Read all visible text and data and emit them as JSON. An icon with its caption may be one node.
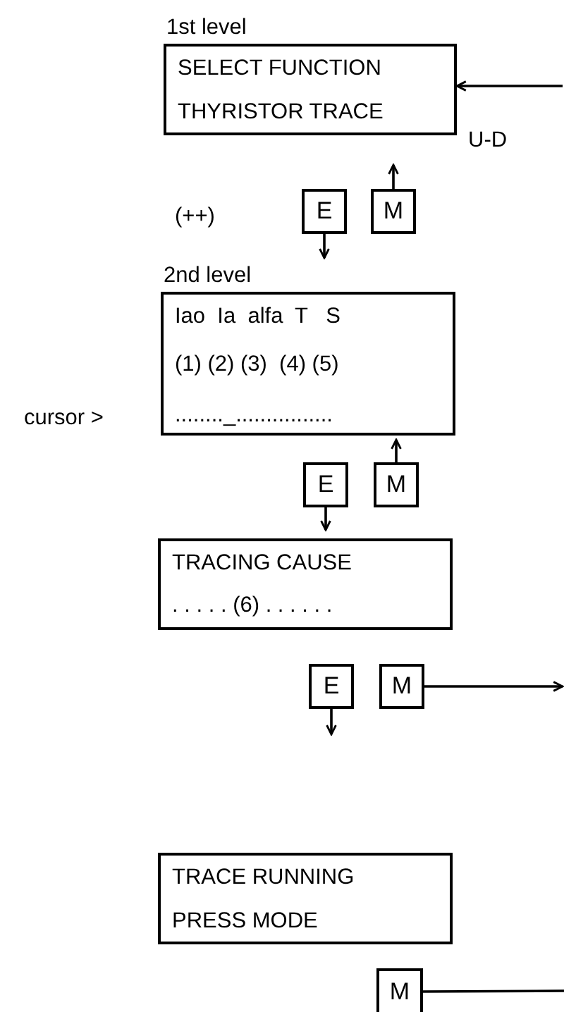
{
  "diagram": {
    "nodes": [
      {
        "text": [
          "1st level",
          "SELECT FUNCTION",
          "THYRISTOR TRACE"
        ]
      },
      {
        "text": [
          "E"
        ]
      },
      {
        "text": [
          "M"
        ]
      },
      {
        "text": [
          "2nd level",
          "Iao  Ia  alfa  T   S",
          "(1) (2) (3)  (4) (5)",
          "........_................"
        ]
      },
      {
        "text": [
          "E"
        ]
      },
      {
        "text": [
          "M"
        ]
      },
      {
        "text": [
          "TRACING CAUSE",
          ". . . . . (6) . . . . . ."
        ]
      },
      {
        "text": [
          "E"
        ]
      },
      {
        "text": [
          "M"
        ]
      },
      {
        "text": [
          "TRACE RUNNING",
          "PRESS MODE"
        ]
      },
      {
        "text": [
          "M"
        ]
      }
    ],
    "edges": [
      {
        "from": null,
        "to": 0,
        "arrow": "to"
      },
      {
        "from": 1,
        "to": null,
        "arrow": "to"
      },
      {
        "from": 2,
        "to": null,
        "arrow": "to"
      },
      {
        "from": 4,
        "to": null,
        "arrow": "to"
      },
      {
        "from": 5,
        "to": null,
        "arrow": "to"
      },
      {
        "from": 7,
        "to": null,
        "arrow": "to"
      },
      {
        "from": 8,
        "to": null,
        "arrow": "to"
      },
      {
        "from": 10,
        "to": null,
        "arrow": "none"
      }
    ],
    "labels": [
      "U-D",
      "(++)",
      "cursor >"
    ]
  }
}
